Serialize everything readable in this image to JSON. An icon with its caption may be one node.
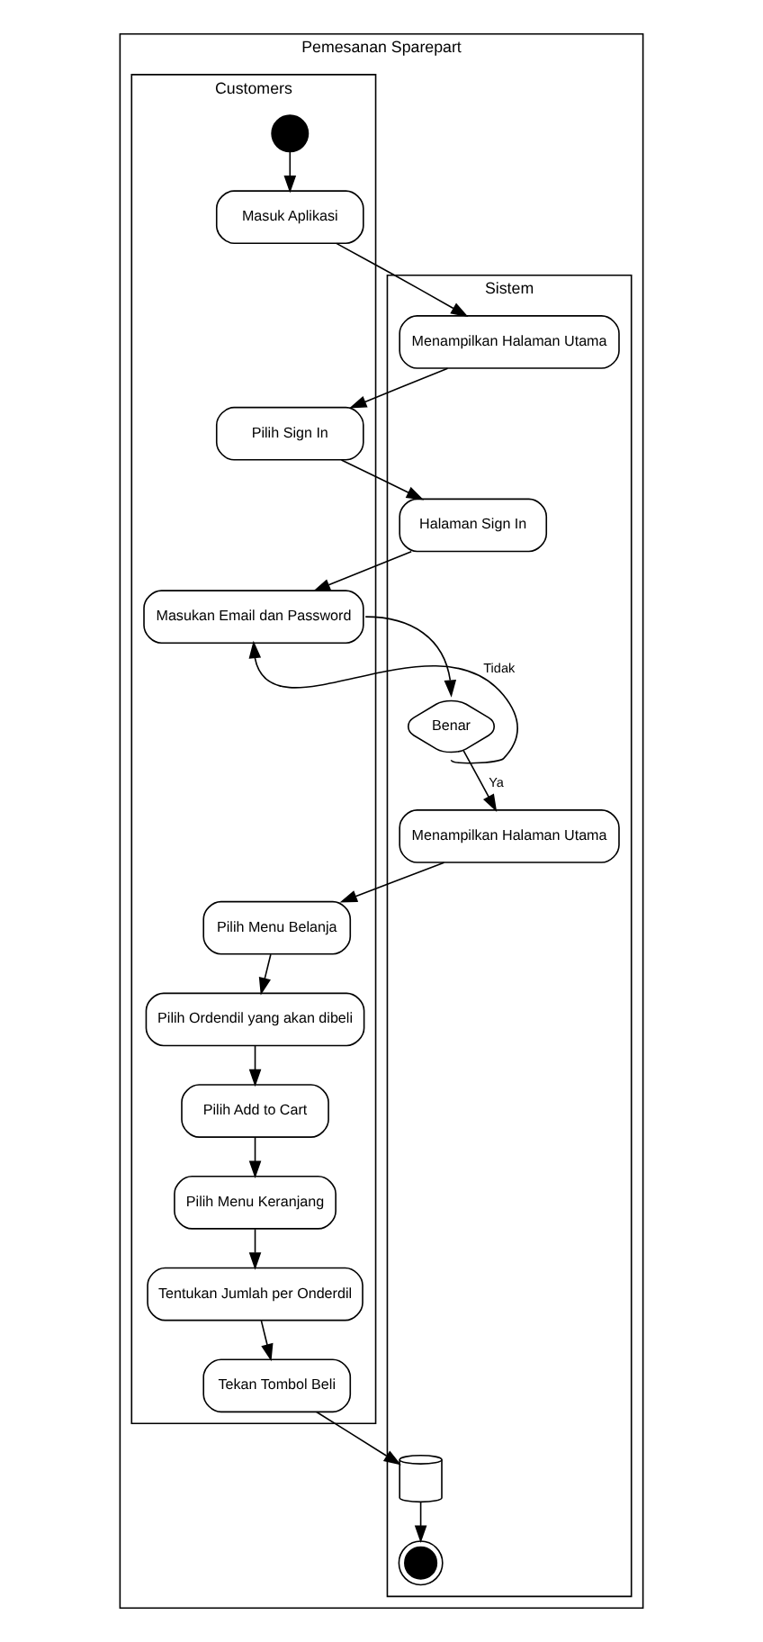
{
  "diagram": {
    "nodes": [
      {
        "text": [
          "Pemesanan Sparepart"
        ]
      },
      {
        "text": [
          "Customers"
        ],
        "in": 0
      },
      {
        "text": [
          "Sistem"
        ],
        "in": 0
      },
      {
        "text": [],
        "shape": "circle",
        "in": 1
      },
      {
        "text": [
          "Masuk Aplikasi"
        ],
        "in": 1
      },
      {
        "text": [
          "Menampilkan Halaman Utama"
        ],
        "in": 2
      },
      {
        "text": [
          "Pilih Sign In"
        ],
        "in": 1
      },
      {
        "text": [
          "Halaman Sign In"
        ],
        "in": 2
      },
      {
        "text": [
          "Masukan Email dan Password"
        ],
        "in": 1
      },
      {
        "text": [
          "Benar"
        ],
        "in": 2
      },
      {
        "text": [
          "Pilih Menu Belanja"
        ],
        "in": 1
      },
      {
        "text": [
          "Menampilkan Halaman Utama"
        ],
        "in": 2
      },
      {
        "text": [
          "Pilih Ordendil yang akan dibeli"
        ],
        "in": 1
      },
      {
        "text": [
          "Pilih Add to Cart"
        ],
        "in": 1
      },
      {
        "text": [
          "Pilih Menu Keranjang"
        ],
        "in": 1
      },
      {
        "text": [
          "Tentukan Jumlah per Onderdil"
        ],
        "in": 1
      },
      {
        "text": [
          "Tekan Tombol Beli"
        ],
        "in": 1
      },
      {
        "text": [],
        "shape": "cylinder",
        "in": 2
      },
      {
        "text": [],
        "shape": "circle",
        "in": 2
      }
    ],
    "edges": [
      {
        "from": 3,
        "to": 4,
        "arrow": "to"
      },
      {
        "from": 4,
        "to": 5,
        "arrow": "to"
      },
      {
        "from": 5,
        "to": 6,
        "arrow": "to"
      },
      {
        "from": 6,
        "to": 7,
        "arrow": "to"
      },
      {
        "from": 7,
        "to": 8,
        "arrow": "to"
      },
      {
        "from": 8,
        "to": 9,
        "arrow": "to"
      },
      {
        "from": 9,
        "to": 8,
        "arrow": "to",
        "label": "Tidak"
      },
      {
        "from": 9,
        "to": 11,
        "arrow": "to",
        "label": "Ya"
      },
      {
        "from": 11,
        "to": 10,
        "arrow": "to"
      },
      {
        "from": 10,
        "to": 12,
        "arrow": "to"
      },
      {
        "from": 12,
        "to": 13,
        "arrow": "to"
      },
      {
        "from": 13,
        "to": 14,
        "arrow": "to"
      },
      {
        "from": 14,
        "to": 15,
        "arrow": "to"
      },
      {
        "from": 15,
        "to": 16,
        "arrow": "to"
      },
      {
        "from": 16,
        "to": 17,
        "arrow": "to"
      },
      {
        "from": 17,
        "to": 18,
        "arrow": "to"
      }
    ]
  }
}
